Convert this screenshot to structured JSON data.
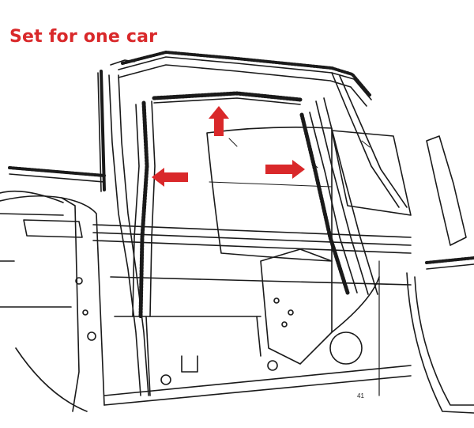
{
  "caption": "Set for one car",
  "page_number": "41",
  "colors": {
    "accent": "#d9282a",
    "ink": "#1a1a1a",
    "paper": "#ffffff"
  },
  "arrows": [
    {
      "name": "arrow-up-icon",
      "direction": "up"
    },
    {
      "name": "arrow-left-icon",
      "direction": "left"
    },
    {
      "name": "arrow-right-icon",
      "direction": "right"
    }
  ]
}
